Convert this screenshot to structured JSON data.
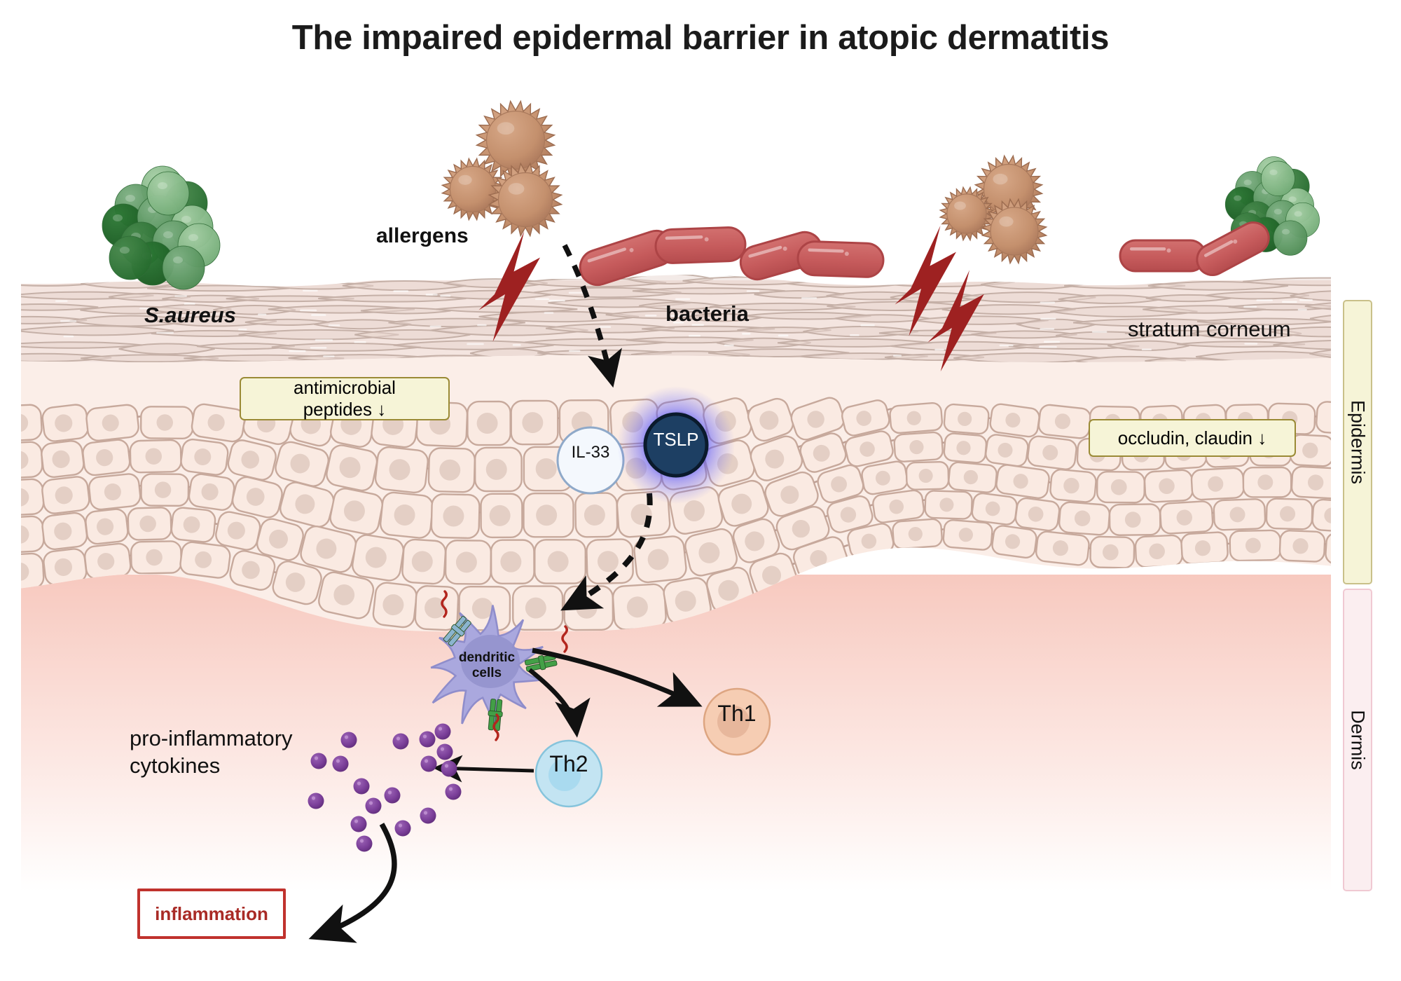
{
  "title": "The impaired epidermal barrier in atopic dermatitis",
  "labels": {
    "allergens": "allergens",
    "s_aureus": "S.aureus",
    "bacteria": "bacteria",
    "stratum_corneum": "stratum corneum",
    "pro_inflammatory_cytokines": "pro-inflammatory\ncytokines"
  },
  "cells": {
    "il33": "IL-33",
    "tslp": "TSLP",
    "th1": "Th1",
    "th2": "Th2",
    "dendritic": "dendritic\ncells"
  },
  "callouts": {
    "antimicrobial_peptides": "antimicrobial\npeptides ↓",
    "occludin_claudin": "occludin, claudin ↓",
    "inflammation": "inflammation"
  },
  "brackets": {
    "epidermis": "Epidermis",
    "dermis": "Dermis"
  },
  "colors": {
    "title_text": "#1b1b1b",
    "callout_fill": "#f6f4d7",
    "callout_border": "#9a8a35",
    "inflammation_border": "#c0322d",
    "inflammation_text": "#a92b26",
    "epidermis_bracket_fill": "#f6f4d7",
    "epidermis_bracket_border": "#c9c089",
    "dermis_bracket_fill": "#fbeef0",
    "dermis_bracket_border": "#f0c9d2",
    "stratum_corneum_fill": "#f4e5e0",
    "stratum_corneum_fiber": "#bda79d",
    "granular_fill": "#f0d9ae",
    "granular_border": "#d2962f",
    "keratinocyte_fill": "#fae8e0",
    "keratinocyte_border": "#c7a99c",
    "dermis_fill": "#f7cfc6",
    "s_aureus_green": "#3f8b46",
    "bacteria_red": "#c9595a",
    "allergen_tan": "#c08f6e",
    "lightning_red": "#9e2121",
    "tslp_navy": "#1d3f63",
    "tslp_glow": "#3333ff",
    "il33_fill": "#f4f8fd",
    "il33_border": "#8fa9c9",
    "th1_fill": "#f6cdb3",
    "th2_fill": "#c3e4f2",
    "dendritic_fill": "#aaa8de",
    "cytokine_purple": "#7b3f99",
    "arrow_black": "#111111"
  }
}
